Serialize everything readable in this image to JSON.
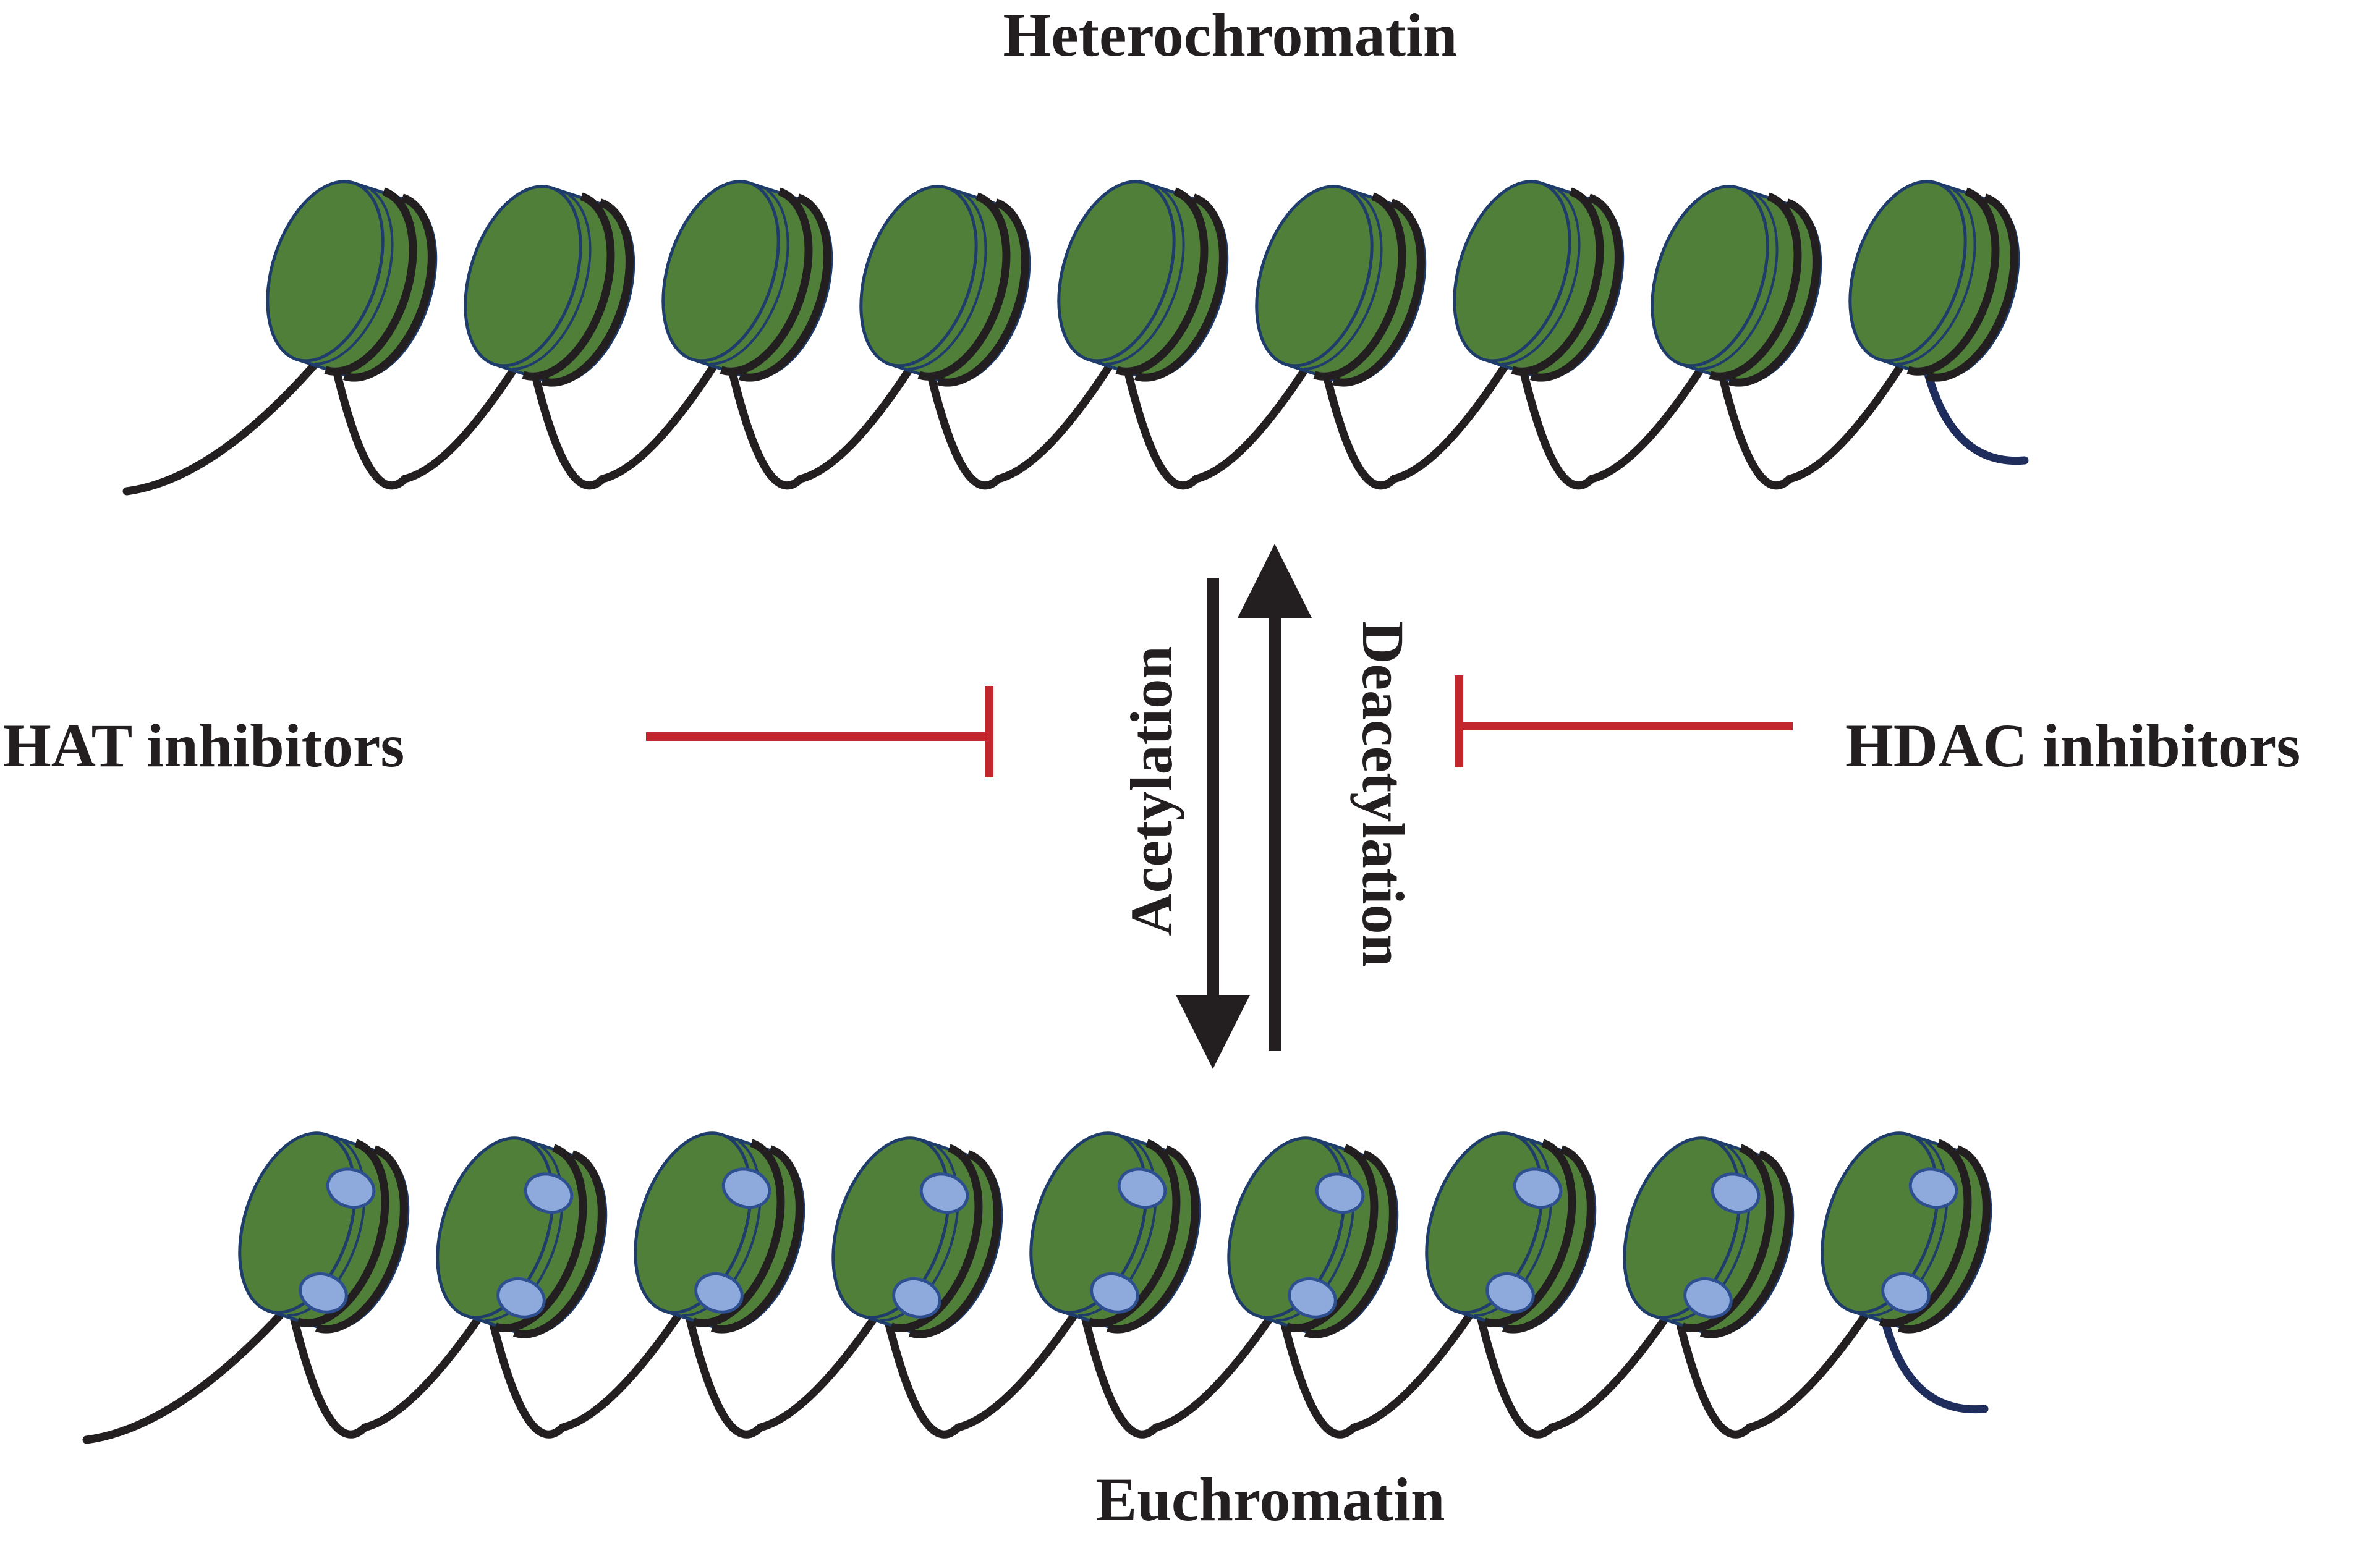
{
  "title_top": "Heterochromatin",
  "title_bottom": "Euchromatin",
  "left_label": "HAT inhibitors",
  "right_label": "HDAC inhibitors",
  "arrow_down_label": "Acetylation",
  "arrow_up_label": "Deacetylation",
  "nucleosomes_per_row": 9,
  "colors": {
    "histone_fill": "#507f3a",
    "histone_edge": "#1f3d6b",
    "dna": "#231f20",
    "dna_tail": "#1f2d5c",
    "acetyl_mark": "#8ea9db",
    "acetyl_edge": "#2e4f8f",
    "inhibition": "#c1272d",
    "arrow": "#231f20"
  },
  "icons": {
    "nucleosome": "nucleosome-icon",
    "acetyl_group": "acetyl-group-icon",
    "inhibition": "inhibition-bar-icon"
  }
}
